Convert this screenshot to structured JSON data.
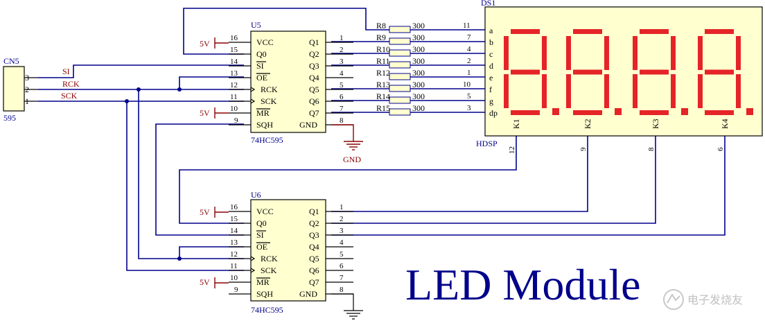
{
  "connector": {
    "ref": "CN5",
    "value": "595",
    "pins": [
      "3",
      "2",
      "1"
    ],
    "nets": [
      "SI",
      "RCK",
      "SCK"
    ]
  },
  "chips": [
    {
      "ref": "U5",
      "part": "74HC595",
      "left_labels": [
        "VCC",
        "Q0",
        "SI",
        "OE",
        "RCK",
        "SCK",
        "MR",
        "SQH"
      ],
      "left_numbers": [
        "16",
        "15",
        "14",
        "13",
        "12",
        "11",
        "10",
        "9"
      ],
      "right_labels": [
        "Q1",
        "Q2",
        "Q3",
        "Q4",
        "Q5",
        "Q6",
        "Q7",
        "GND"
      ],
      "right_numbers": [
        "1",
        "2",
        "3",
        "4",
        "5",
        "6",
        "7",
        "8"
      ]
    },
    {
      "ref": "U6",
      "part": "74HC595",
      "left_labels": [
        "VCC",
        "Q0",
        "SI",
        "OE",
        "RCK",
        "SCK",
        "MR",
        "SQH"
      ],
      "left_numbers": [
        "16",
        "15",
        "14",
        "13",
        "12",
        "11",
        "10",
        "9"
      ],
      "right_labels": [
        "Q1",
        "Q2",
        "Q3",
        "Q4",
        "Q5",
        "Q6",
        "Q7",
        "GND"
      ],
      "right_numbers": [
        "1",
        "2",
        "3",
        "4",
        "5",
        "6",
        "7",
        "8"
      ]
    }
  ],
  "power": {
    "vcc": "5V",
    "gnd": "GND"
  },
  "resistors": {
    "refs": [
      "R8",
      "R9",
      "R10",
      "R11",
      "R12",
      "R13",
      "R14",
      "R15"
    ],
    "values": [
      "300",
      "300",
      "300",
      "300",
      "300",
      "300",
      "300",
      "300"
    ]
  },
  "display": {
    "ref": "DS1",
    "part": "HDSP",
    "segments": [
      "a",
      "b",
      "c",
      "d",
      "e",
      "f",
      "g",
      "dp"
    ],
    "segment_pins": [
      "11",
      "7",
      "4",
      "2",
      "1",
      "10",
      "5",
      "3"
    ],
    "commons": [
      "K1",
      "K2",
      "K3",
      "K4"
    ],
    "common_pins": [
      "12",
      "9",
      "8",
      "6"
    ],
    "digit_color": "#e52428",
    "body_color": "#ffffd0"
  },
  "title": "LED  Module",
  "watermark": "电子发烧友"
}
